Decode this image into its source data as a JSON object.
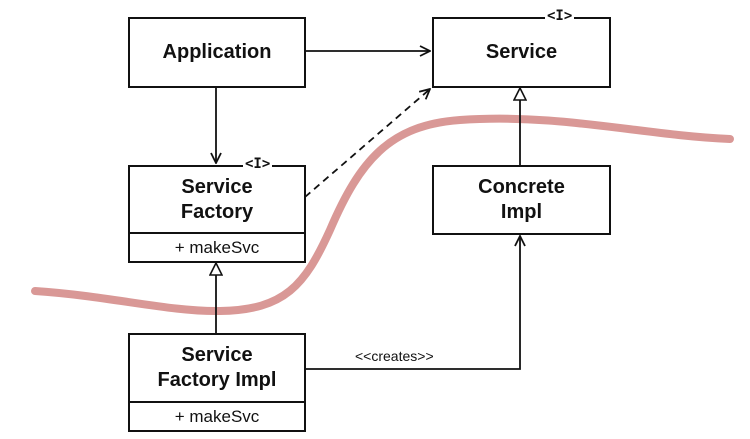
{
  "diagram": {
    "classes": {
      "application": {
        "name": "Application"
      },
      "service": {
        "name": "Service",
        "stereotype": "<I>"
      },
      "service_factory": {
        "name_line1": "Service",
        "name_line2": "Factory",
        "stereotype": "<I>",
        "operation": "+ makeSvc"
      },
      "concrete_impl": {
        "name_line1": "Concrete",
        "name_line2": "Impl"
      },
      "service_factory_impl": {
        "name_line1": "Service",
        "name_line2": "Factory Impl",
        "operation": "+ makeSvc"
      }
    },
    "relations": {
      "creates_label": "<<creates>>"
    },
    "colors": {
      "boundary": "#d99896",
      "line": "#111111"
    }
  }
}
